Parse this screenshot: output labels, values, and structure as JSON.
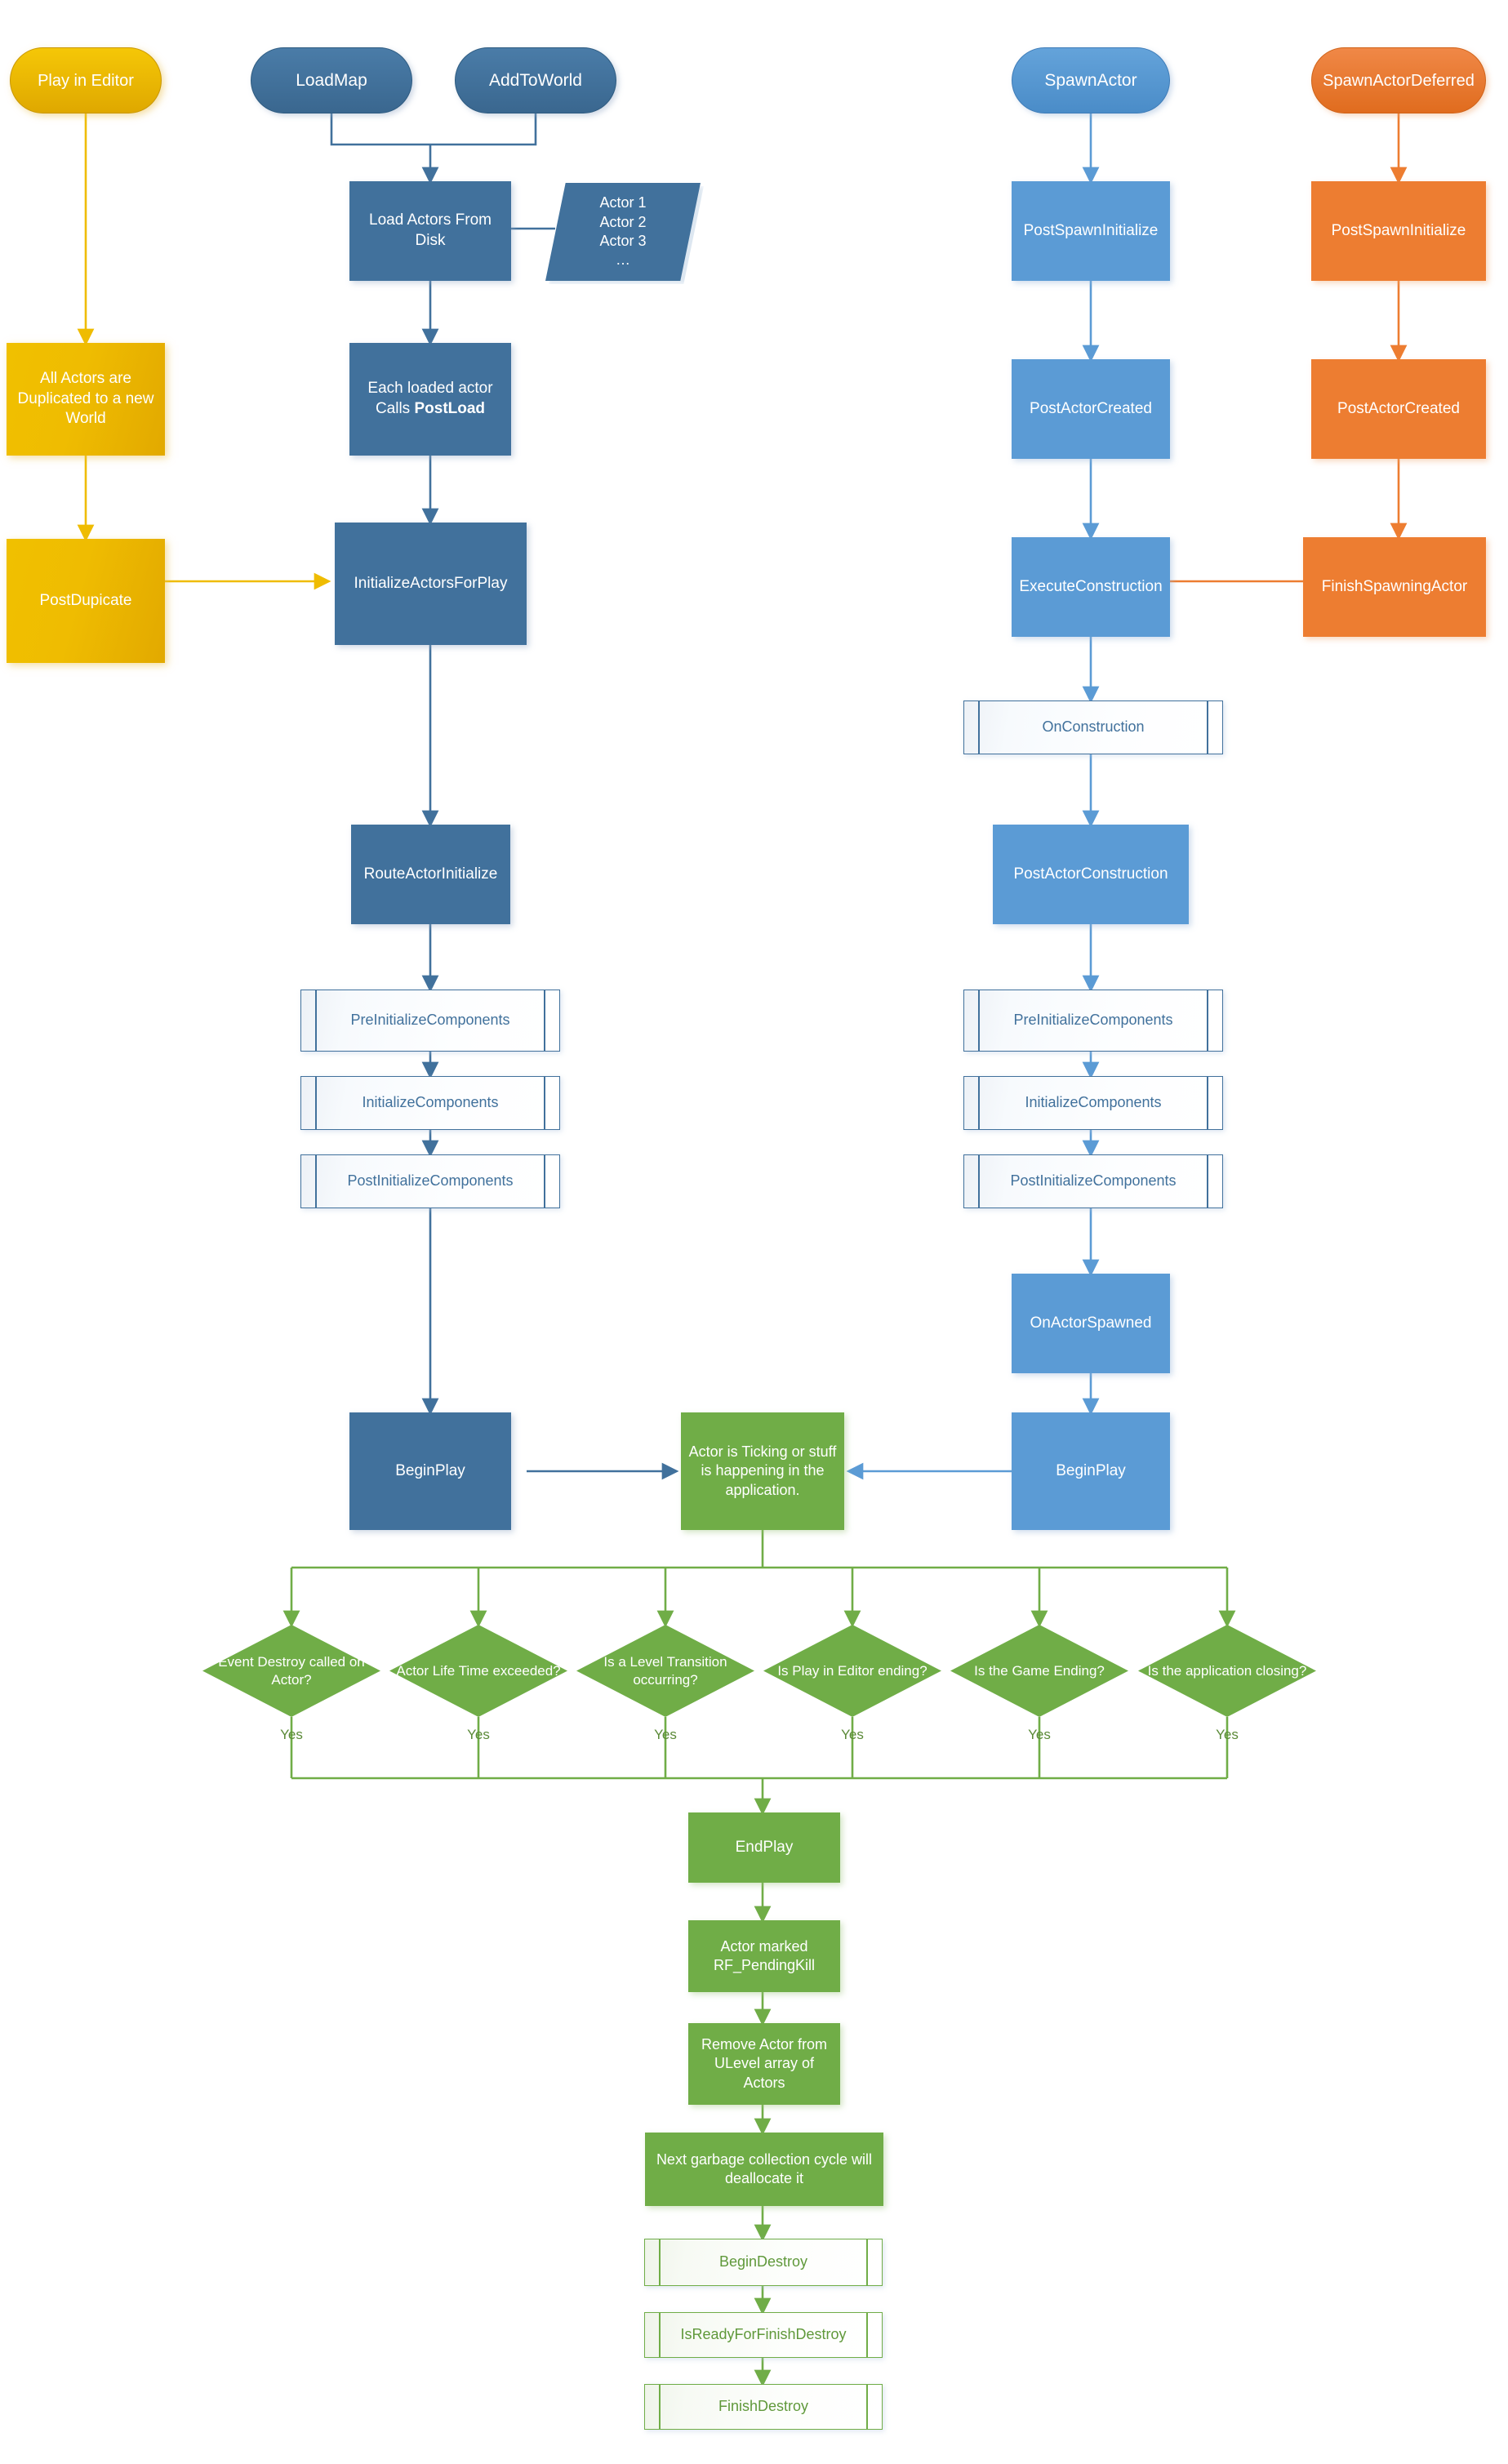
{
  "diagram": {
    "title": "Unreal Engine Actor Lifecycle Flowchart",
    "colors": {
      "dark_blue": "#41719C",
      "light_blue": "#5B9BD5",
      "gold": "#EFBC01",
      "orange": "#ED7D31",
      "green": "#70AD47",
      "predefined_fill": "#FAFCFE"
    }
  },
  "columns": {
    "play_in_editor": {
      "start": "Play in Editor",
      "duplicate": "All Actors are Duplicated to a new World",
      "post_duplicate": "PostDupicate"
    },
    "load_map": {
      "load_map": "LoadMap",
      "add_to_world": "AddToWorld",
      "load_actors": "Load Actors From Disk",
      "actor_list": "Actor 1\nActor 2\nActor 3\n…",
      "post_load_pre": "Each loaded actor",
      "post_load_calls": "Calls ",
      "post_load_bold": "PostLoad",
      "initialize_actors": "InitializeActorsForPlay",
      "route_actor_initialize": "RouteActorInitialize",
      "pre_initialize_components": "PreInitializeComponents",
      "initialize_components": "InitializeComponents",
      "post_initialize_components": "PostInitializeComponents",
      "begin_play": "BeginPlay"
    },
    "spawn_actor": {
      "spawn_actor": "SpawnActor",
      "post_spawn_initialize": "PostSpawnInitialize",
      "post_actor_created": "PostActorCreated",
      "execute_construction": "ExecuteConstruction",
      "on_construction": "OnConstruction",
      "post_actor_construction": "PostActorConstruction",
      "pre_initialize_components": "PreInitializeComponents",
      "initialize_components": "InitializeComponents",
      "post_initialize_components": "PostInitializeComponents",
      "on_actor_spawned": "OnActorSpawned",
      "begin_play": "BeginPlay"
    },
    "spawn_actor_deferred": {
      "spawn_actor_deferred": "SpawnActorDeferred",
      "post_spawn_initialize": "PostSpawnInitialize",
      "post_actor_created": "PostActorCreated",
      "finish_spawning_actor": "FinishSpawningActor"
    }
  },
  "runtime": {
    "ticking": "Actor is Ticking or stuff is happening in the application.",
    "decisions": [
      {
        "label": "Event Destroy called on Actor?",
        "yes": "Yes"
      },
      {
        "label": "Actor Life Time exceeded?",
        "yes": "Yes"
      },
      {
        "label": "Is a Level Transition occurring?",
        "yes": "Yes"
      },
      {
        "label": "Is Play in Editor ending?",
        "yes": "Yes"
      },
      {
        "label": "Is the Game Ending?",
        "yes": "Yes"
      },
      {
        "label": "Is the application closing?",
        "yes": "Yes"
      }
    ]
  },
  "teardown": {
    "end_play": "EndPlay",
    "pending_kill": "Actor marked RF_PendingKill",
    "remove_actor": "Remove Actor from ULevel array of Actors",
    "garbage_collection": "Next garbage collection cycle will deallocate it",
    "begin_destroy": "BeginDestroy",
    "is_ready_for_finish_destroy": "IsReadyForFinishDestroy",
    "finish_destroy": "FinishDestroy"
  }
}
